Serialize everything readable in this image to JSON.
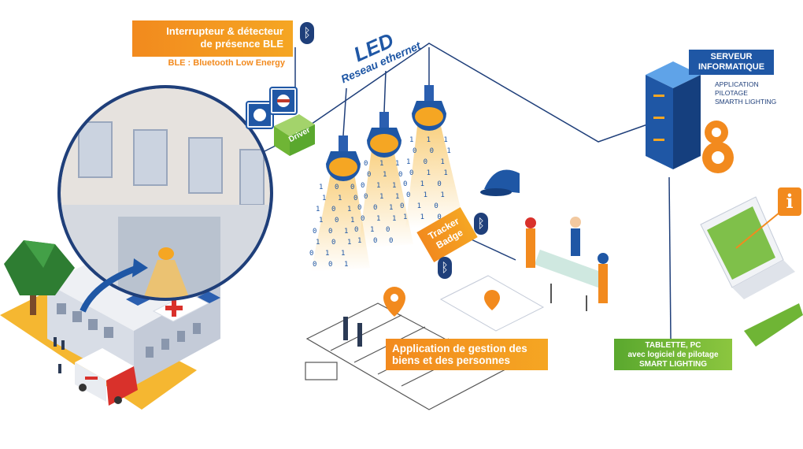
{
  "ble_switch": {
    "title_line1": "Interrupteur & détecteur",
    "title_line2": "de présence BLE",
    "subtitle": "BLE : Bluetooth Low Energy"
  },
  "led": {
    "title": "LED",
    "subtitle": "Reseau ethernet"
  },
  "driver": {
    "label": "Driver"
  },
  "server": {
    "title_line1": "SERVEUR",
    "title_line2": "INFORMATIQUE",
    "desc_line1": "APPLICATION",
    "desc_line2": "PILOTAGE",
    "desc_line3": "SMARTH LIGHTING"
  },
  "tracker": {
    "line1": "Tracker",
    "line2": "Badge"
  },
  "app": {
    "line1": "Application de gestion des",
    "line2": "biens et des personnes"
  },
  "tablet": {
    "line1": "TABLETTE, PC",
    "line2": "avec logiciel de pilotage",
    "line3": "SMART LIGHTING"
  },
  "bluetooth_symbol": "ᛒ",
  "info_symbol": "i",
  "binary_digits": [
    "1",
    "0",
    "0",
    "1",
    "1",
    "0",
    "1",
    "0",
    "1",
    "1",
    "0",
    "1",
    "0",
    "0",
    "1",
    "1",
    "0",
    "1",
    "0",
    "1",
    "1",
    "0",
    "0",
    "1",
    "0",
    "1",
    "1",
    "0",
    "1",
    "0",
    "0",
    "1",
    "1",
    "0",
    "1",
    "1",
    "0",
    "0",
    "1",
    "0",
    "1",
    "1",
    "0",
    "1",
    "0",
    "1",
    "0",
    "0",
    "1",
    "1"
  ],
  "colors": {
    "orange": "#f28a1e",
    "blue": "#1f57a5",
    "dark_blue": "#1f3f7a",
    "green": "#6fb535",
    "light_blue_bg": "#e7f0fa"
  }
}
